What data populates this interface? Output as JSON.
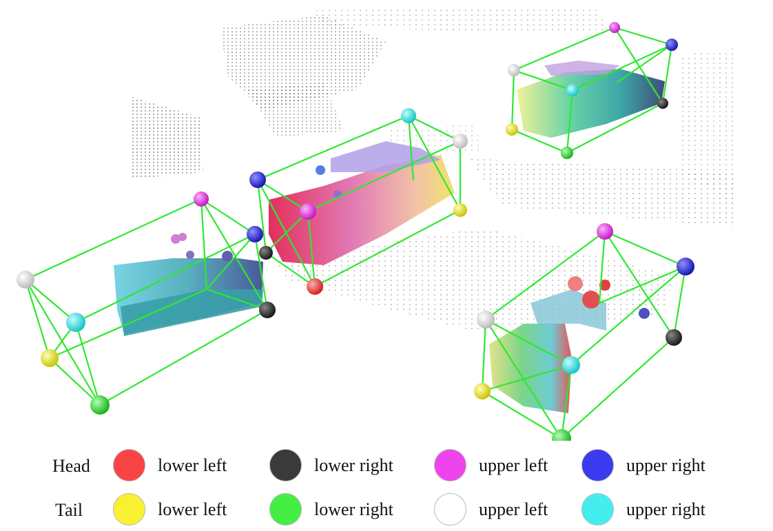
{
  "figure": {
    "legend": {
      "rows": [
        {
          "label": "Head",
          "items": [
            {
              "label": "lower left",
              "color": "#f84444"
            },
            {
              "label": "lower right",
              "color": "#3a3a3a"
            },
            {
              "label": "upper left",
              "color": "#ee44ee"
            },
            {
              "label": "upper right",
              "color": "#3a3aee"
            }
          ]
        },
        {
          "label": "Tail",
          "items": [
            {
              "label": "lower left",
              "color": "#f8f030"
            },
            {
              "label": "lower right",
              "color": "#44ee44"
            },
            {
              "label": "upper left",
              "color": "#ffffff"
            },
            {
              "label": "upper right",
              "color": "#44eeee"
            }
          ]
        }
      ]
    },
    "box_color": "#2ee82e"
  }
}
